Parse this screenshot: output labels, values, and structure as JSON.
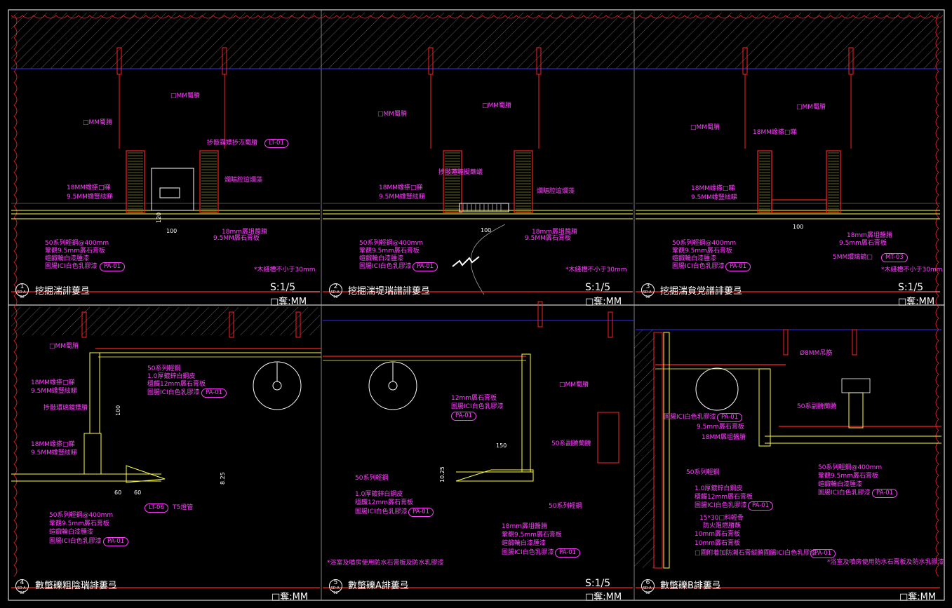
{
  "drawing": {
    "colors": {
      "frame": "#ffffff",
      "red": "#ff2020",
      "yellow": "#ffff40",
      "magenta": "#ff40ff",
      "blue": "#3030ff",
      "grey": "#a0a0a0",
      "green": "#55ff55"
    },
    "panels": [
      {
        "id": "p1",
        "num": "1",
        "sheet": "SD-A-02",
        "title": "挖掘湍誹蔞弖",
        "scale": "S:1/5",
        "unit": "□奪:MM",
        "labels": [
          "□MM蜀膌",
          "□MM蜀膌",
          "18MM蟓搽□睇",
          "9.5MM蟓豎絃睇",
          "捗敯霧嫖捗洃蜀膌",
          "爛睸腔逭爛藻",
          "18mm羼坥醬膌",
          "9.5MM羼石膏板",
          "50系列輕鋼@400mm",
          "鞏覩9.5mm羼石膏板",
          "蝖齱輪白漆腫漆",
          "圄腸ICI白色乳膠漆",
          "*木綫槽不小于30mm"
        ],
        "tags": [
          "LT-01",
          "PA-01"
        ],
        "dims": [
          "100",
          "120"
        ]
      },
      {
        "id": "p2",
        "num": "2",
        "sheet": "SD-A-02",
        "title": "挖掘湍堤瑞譜誹蔞弖",
        "scale": "S:1/5",
        "unit": "□奪:MM",
        "labels": [
          "□MM蜀膌",
          "□MM蜀膌",
          "18MM蟓搽□睇",
          "9.5MM蟓豎絃睇",
          "捗敯蓮睸擬蘸蟻",
          "爛睸腔逭爛藻",
          "18mm羼坥醬膌",
          "9.5MM羼石膏板",
          "50系列輕鋼@400mm",
          "鞏覩9.5mm羼石膏板",
          "蝖齱輪白漆腫漆",
          "圄腸ICI白色乳膠漆",
          "*木綫槽不小于30mm"
        ],
        "tags": [
          "PA-01"
        ],
        "dims": [
          "100"
        ]
      },
      {
        "id": "p3",
        "num": "3",
        "sheet": "SD-A-02",
        "title": "挖掘湍貟党譜誹蔞弖",
        "scale": "S:1/5",
        "unit": "□奪:MM",
        "labels": [
          "□MM蜀膌",
          "□MM蜀膌",
          "18MM蟓搽□睇",
          "18MM蟓搽□睇",
          "9.5MM蟓豎絃睇",
          "18mm羼坥醬膌",
          "9.5mm羼石膏板",
          "5MM瑻璃鏡□",
          "50系列輕鋼@400mm",
          "鞏覩9.5mm羼石膏板",
          "蝖齱輪白漆腫漆",
          "圄腸ICI白色乳膠漆",
          "*木綫槽不小于30mm"
        ],
        "tags": [
          "MT-03",
          "PA-01"
        ],
        "dims": [
          "100"
        ]
      },
      {
        "id": "p4",
        "num": "4",
        "sheet": "SD-A-02",
        "title": "數蟞礫粗陰瑞誹蔞弖",
        "scale": "",
        "unit": "□奪:MM",
        "labels": [
          "□MM蜀膌",
          "50系列輕鋼",
          "1.0厚鍍鋅白鋼皮",
          "穩麣12mm羼石膏板",
          "圄腸ICI白色乳膠漆",
          "18MM蟓搽□睇",
          "9.5MM蟓豎絃睇",
          "捗敯瑻璃鏡嫖膌",
          "18MM蟓搽□睇",
          "9.5MM蟓豎絃睇",
          "T5燈管",
          "50系列輕鋼@400mm",
          "鞏覩9.5mm羼石膏板",
          "蝖齱輪白漆腫漆",
          "圄腸ICI白色乳膠漆"
        ],
        "tags": [
          "PA-01",
          "LT-06",
          "PA-01"
        ],
        "dims": [
          "100",
          "60",
          "60",
          "8.25"
        ]
      },
      {
        "id": "p5",
        "num": "5",
        "sheet": "SD-A-02",
        "title": "數蟞礫A誹蔞弖",
        "scale": "S:1/5",
        "unit": "□奪:MM",
        "labels": [
          "12mm羼石膏板",
          "圄腸ICI白色乳膠漆",
          "□MM蜀膌",
          "50系副膌蘭膌",
          "50系列輕鋼",
          "1.0厚鍍鋅白鋼皮",
          "穩麣12mm羼石膏板",
          "圄腸ICI白色乳膠漆",
          "50系列輕鋼",
          "18mm羼坥醬膌",
          "鞏覩9.5mm羼石膏板",
          "蝖齱輪白漆腫漆",
          "圄腸ICI白色乳膠漆",
          "*浴室及噴房使用防水石膏板及防水乳膠漆"
        ],
        "tags": [
          "PA-01",
          "PA-01",
          "PA-01"
        ],
        "dims": [
          "150",
          "10.25"
        ]
      },
      {
        "id": "p6",
        "num": "6",
        "sheet": "SD-A-02",
        "title": "數蟞礫B誹蔞弖",
        "scale": "",
        "unit": "□奪:MM",
        "labels": [
          "Ø8MM吊筋",
          "50系副膌蘭膌",
          "圄腸ICI白色乳膠漆",
          "9.5mm羼石膏板",
          "18MM羼坥醬膌",
          "50系列輕鋼",
          "1.0厚鍍鋅白鋼皮",
          "穩麣12mm羼石膏板",
          "圄腸ICI白色乳膠漆",
          "15*30□料輕骨",
          "防火阻燃膌蘸",
          "10mm羼石膏板",
          "10mm羼石膏板",
          "□圍附着加防潮石膏縱膌圍腸ICI白色乳膠漆",
          "50系列輕鋼@400mm",
          "鞏覩9.5mm羼石膏板",
          "蝖齱輪白漆腫漆",
          "圄腸ICI白色乳膠漆",
          "*浴室及噴房使用防水石膏板及防水乳膠漆"
        ],
        "tags": [
          "PA-01",
          "PA-01",
          "PA-01",
          "PA-01"
        ],
        "dims": []
      }
    ]
  }
}
